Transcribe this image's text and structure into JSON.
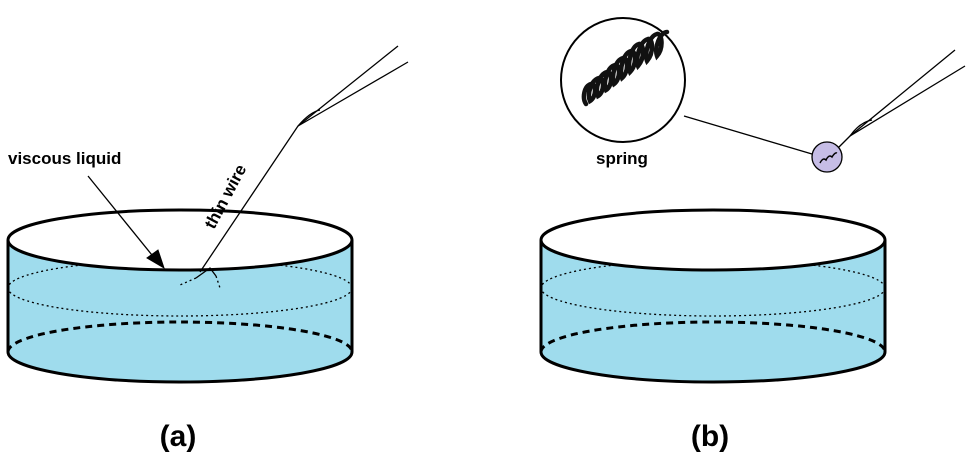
{
  "panel_a": {
    "label": "(a)",
    "liquid_label": "viscous liquid",
    "wire_label": "thin wire"
  },
  "panel_b": {
    "label": "(b)",
    "spring_label": "spring"
  },
  "colors": {
    "liquid": "#9fdced",
    "outline": "#000000",
    "magnifier": "#c6bde6",
    "background": "#ffffff"
  }
}
